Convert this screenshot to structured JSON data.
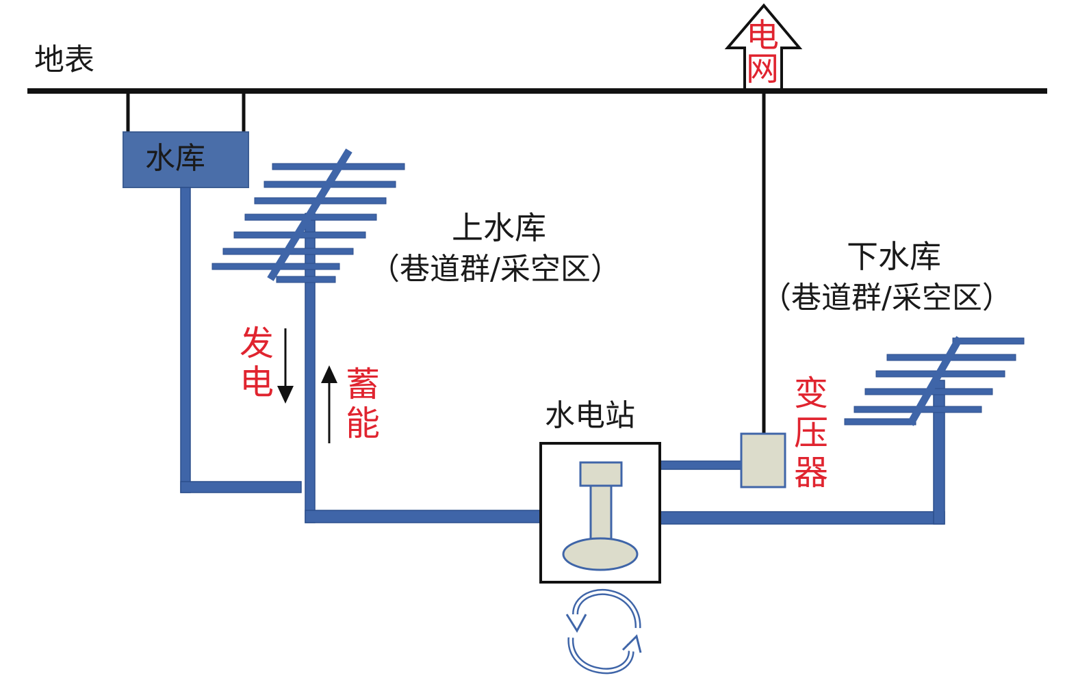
{
  "labels": {
    "ground_surface": "地表",
    "grid": "电网",
    "surface_reservoir": "水库",
    "upper_reservoir": "上水库",
    "upper_reservoir_note": "（巷道群/采空区）",
    "lower_reservoir": "下水库",
    "lower_reservoir_note": "（巷道群/采空区）",
    "generate": "发电",
    "storage": "蓄能",
    "hydro_station": "水电站",
    "transformer": "变压器"
  },
  "colors": {
    "pipe": "#3f65a8",
    "pipe_dark": "#2c4e8c",
    "reservoir_box": "#4a6ea9",
    "line": "#111111",
    "red_text": "#e0242f",
    "equipment_fill": "#dcdccb"
  }
}
